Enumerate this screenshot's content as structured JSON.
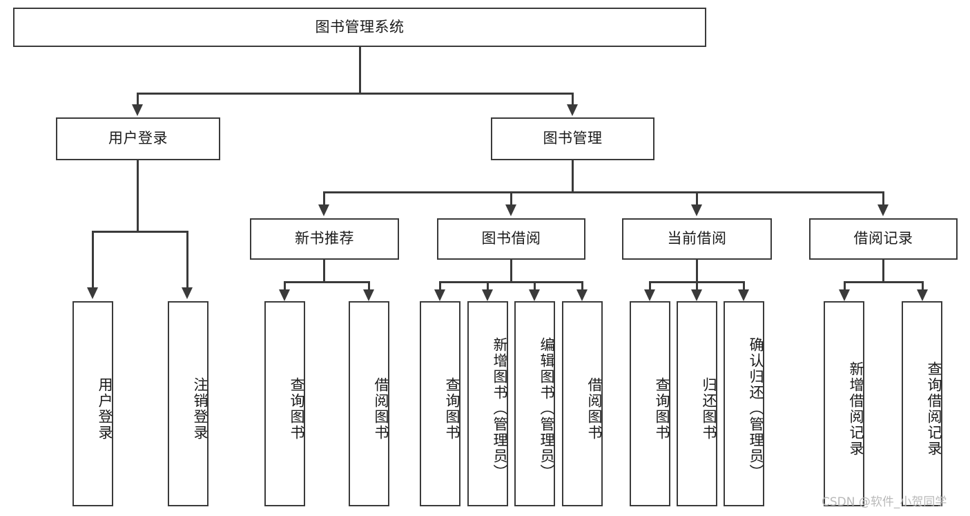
{
  "diagram": {
    "title": "图书管理系统",
    "type": "hierarchy-tree",
    "root": {
      "id": "root",
      "label": "图书管理系统"
    },
    "level2": [
      {
        "id": "user-login",
        "label": "用户登录"
      },
      {
        "id": "book-management",
        "label": "图书管理"
      }
    ],
    "level3": [
      {
        "id": "new-book-recommend",
        "label": "新书推荐",
        "parent": "book-management"
      },
      {
        "id": "book-borrow",
        "label": "图书借阅",
        "parent": "book-management"
      },
      {
        "id": "current-borrow",
        "label": "当前借阅",
        "parent": "book-management"
      },
      {
        "id": "borrow-record",
        "label": "借阅记录",
        "parent": "book-management"
      }
    ],
    "leaves": [
      {
        "id": "leaf-user-login",
        "label": "用户登录",
        "parent": "user-login"
      },
      {
        "id": "leaf-user-logout",
        "label": "注销登录",
        "parent": "user-login"
      },
      {
        "id": "leaf-query-book-1",
        "label": "查询图书",
        "parent": "new-book-recommend"
      },
      {
        "id": "leaf-borrow-book-1",
        "label": "借阅图书",
        "parent": "new-book-recommend"
      },
      {
        "id": "leaf-query-book-2",
        "label": "查询图书",
        "parent": "book-borrow"
      },
      {
        "id": "leaf-add-book-admin",
        "label": "新增图书（管理员）",
        "parent": "book-borrow"
      },
      {
        "id": "leaf-edit-book-admin",
        "label": "编辑图书（管理员）",
        "parent": "book-borrow"
      },
      {
        "id": "leaf-borrow-book-2",
        "label": "借阅图书",
        "parent": "book-borrow"
      },
      {
        "id": "leaf-query-book-3",
        "label": "查询图书",
        "parent": "current-borrow"
      },
      {
        "id": "leaf-return-book",
        "label": "归还图书",
        "parent": "current-borrow"
      },
      {
        "id": "leaf-confirm-return-admin",
        "label": "确认归还（管理员）",
        "parent": "current-borrow"
      },
      {
        "id": "leaf-add-borrow-record",
        "label": "新增借阅记录",
        "parent": "borrow-record"
      },
      {
        "id": "leaf-query-borrow-record",
        "label": "查询借阅记录",
        "parent": "borrow-record"
      }
    ]
  },
  "watermark": {
    "text": "CSDN @软件_小贺同学"
  },
  "colors": {
    "stroke": "#3a3a3a",
    "fill": "#ffffff",
    "text": "#1a1a1a",
    "watermark": "#b9b9b9"
  }
}
